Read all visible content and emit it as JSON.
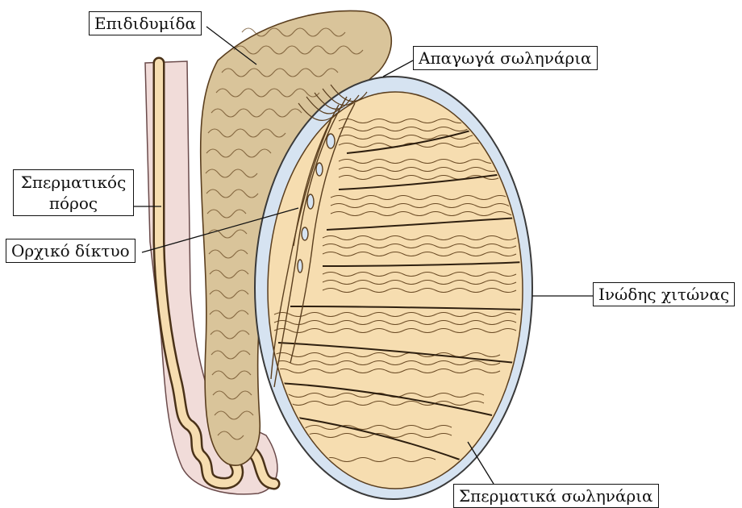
{
  "labels": {
    "epididymis": "Επιδιδυμίδα",
    "efferent_ducts": "Απαγωγά σωληνάρια",
    "vas_deferens_line1": "Σπερματικός",
    "vas_deferens_line2": "πόρος",
    "rete_testis": "Ορχικό δίκτυο",
    "tunica_albuginea": "Ινώδης χιτώνας",
    "seminiferous_tubules": "Σπερματικά σωληνάρια"
  },
  "colors": {
    "tubule_fill": "#f6ddb0",
    "tubule_stroke": "#5a3e1e",
    "epididymis_fill": "#d9c49a",
    "capsule_fill": "#d6e3f1",
    "capsule_stroke": "#3a3a3a",
    "sheath_fill": "#f1dcd9",
    "leader_line": "#111111"
  }
}
